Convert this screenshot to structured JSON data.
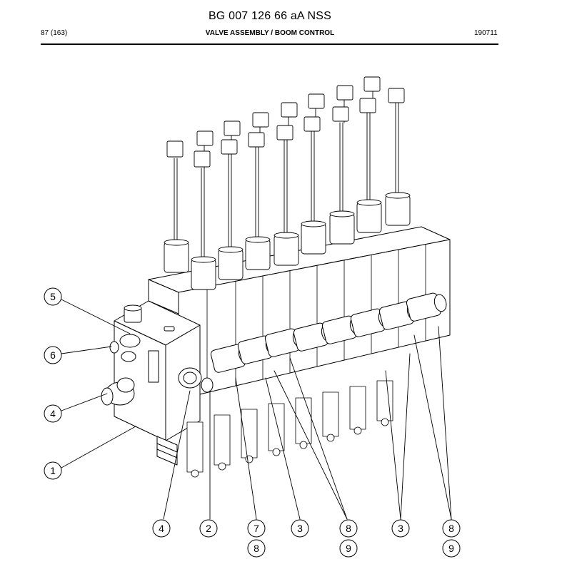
{
  "header": {
    "doc_code": "BG 007 126 66 aA NSS",
    "page": "87 (163)",
    "title": "VALVE ASSEMBLY / BOOM CONTROL",
    "date": "190711"
  },
  "callouts": [
    {
      "id": "c5",
      "label": "5"
    },
    {
      "id": "c6",
      "label": "6"
    },
    {
      "id": "c4l",
      "label": "4"
    },
    {
      "id": "c1",
      "label": "1"
    },
    {
      "id": "c4b",
      "label": "4"
    },
    {
      "id": "c2",
      "label": "2"
    },
    {
      "id": "c7",
      "label": "7"
    },
    {
      "id": "c8a",
      "label": "8"
    },
    {
      "id": "c3a",
      "label": "3"
    },
    {
      "id": "c8b",
      "label": "8"
    },
    {
      "id": "c9a",
      "label": "9"
    },
    {
      "id": "c3b",
      "label": "3"
    },
    {
      "id": "c8c",
      "label": "8"
    },
    {
      "id": "c9b",
      "label": "9"
    }
  ]
}
